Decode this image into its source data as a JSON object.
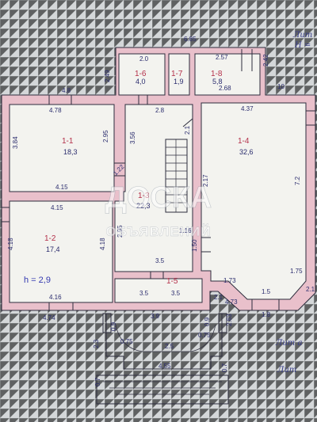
{
  "dimensions": {
    "top_total": "6.85",
    "r16_width": "2.0",
    "r18_width": "2.57",
    "r18_side": "2.42",
    "left_wing_top": "2.49",
    "r11_top": "4.78",
    "r11_top_outer": "4.8",
    "r11_height": "3.84",
    "r11_bottom": "4.15",
    "r11_right": "2.95",
    "hall_top": "2.8",
    "hall_left": "3.56",
    "r18_bottom": "2.68",
    "r14_width": "4.37",
    "right_total": "10",
    "r14_left": "2.17",
    "r14_right": "7.2",
    "r12_top": "4.15",
    "r12_left": "4.18",
    "r12_right": "4.18",
    "r12_bottom": "4.16",
    "outer_bottom": "4.74",
    "door_hall": "1.22",
    "hall_mid_side": "2.95",
    "stair_base": "1.16",
    "stair_gap": "1.50",
    "hall_bottom": "3.5",
    "r15_left": "3.5",
    "r15_right": "3.5",
    "bay_left": "1.73",
    "bay_right": "1.75",
    "bay_bottom": "1.5",
    "bay_corner": "4.73",
    "bay_side": "2.1",
    "r14_bottom": "1.8",
    "porch_top": "3.9",
    "porch_side_left": "2.3",
    "porch_side_right": "2.63",
    "porch_front": "2.5",
    "porch_corner_left": "0.75",
    "porch_corner_right": "0.75",
    "porch_post_left": "0.9",
    "porch_post_right": "0.9",
    "steps_width": "4.55",
    "steps_left": "0.7",
    "steps_right": "0.7",
    "stair_mark": "2.1",
    "bay_mark": "2.1"
  },
  "rooms": [
    {
      "no": "1-1",
      "area": "18,3"
    },
    {
      "no": "1-2",
      "area": "17,4"
    },
    {
      "no": "1-3",
      "area": "22,3"
    },
    {
      "no": "1-4",
      "area": "32,6"
    },
    {
      "no": "1-5",
      "area": ""
    },
    {
      "no": "1-6",
      "area": "4,0"
    },
    {
      "no": "1-7",
      "area": "1,9"
    },
    {
      "no": "1-8",
      "area": "5,8"
    }
  ],
  "height_note": "h = 2,9",
  "margin_notes": {
    "top_right_1": "Лит",
    "top_right_2": "H = ",
    "bottom_right_1": "Лит a",
    "bottom_right_2": "Лит"
  },
  "watermark": {
    "brand": "ДОСКА",
    "sub": "ОБЪЯВЛЕНИЙ"
  },
  "colors": {
    "wall_fill": "#e9c0cb",
    "ink": "#2b2d6e",
    "room_number": "#b4304a",
    "paper": "#d4d7d9"
  }
}
